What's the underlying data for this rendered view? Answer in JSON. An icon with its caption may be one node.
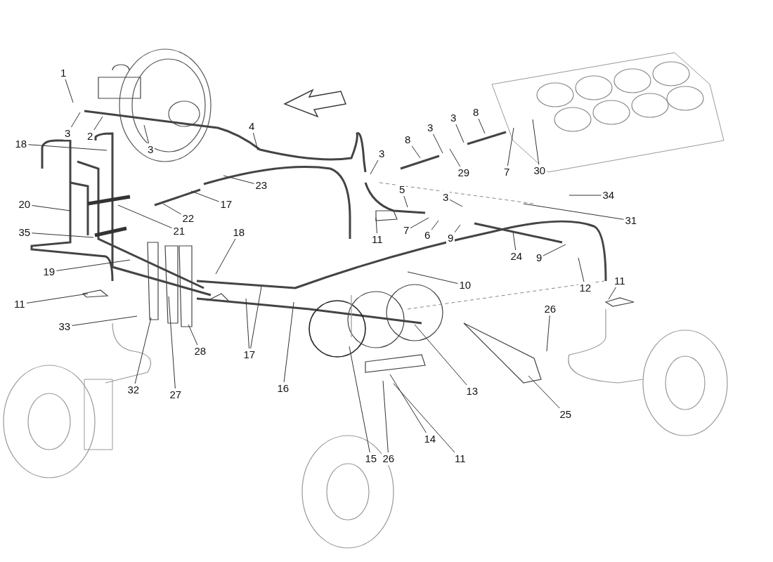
{
  "diagram": {
    "nodes": [
      {
        "text": [
          "1"
        ]
      },
      {
        "text": [
          "3"
        ]
      },
      {
        "text": [
          "2"
        ]
      },
      {
        "text": [
          "3"
        ]
      },
      {
        "text": [
          "4"
        ]
      },
      {
        "text": [
          "18"
        ]
      },
      {
        "text": [
          "3"
        ]
      },
      {
        "text": [
          "8"
        ]
      },
      {
        "text": [
          "3"
        ]
      },
      {
        "text": [
          "3"
        ]
      },
      {
        "text": [
          "8"
        ]
      },
      {
        "text": [
          "29"
        ]
      },
      {
        "text": [
          "7"
        ]
      },
      {
        "text": [
          "30"
        ]
      },
      {
        "text": [
          "34"
        ]
      },
      {
        "text": [
          "23"
        ]
      },
      {
        "text": [
          "17"
        ]
      },
      {
        "text": [
          "20"
        ]
      },
      {
        "text": [
          "22"
        ]
      },
      {
        "text": [
          "21"
        ]
      },
      {
        "text": [
          "5"
        ]
      },
      {
        "text": [
          "3"
        ]
      },
      {
        "text": [
          "31"
        ]
      },
      {
        "text": [
          "35"
        ]
      },
      {
        "text": [
          "11"
        ]
      },
      {
        "text": [
          "7"
        ]
      },
      {
        "text": [
          "6"
        ]
      },
      {
        "text": [
          "9"
        ]
      },
      {
        "text": [
          "18"
        ]
      },
      {
        "text": [
          "24"
        ]
      },
      {
        "text": [
          "9"
        ]
      },
      {
        "text": [
          "19"
        ]
      },
      {
        "text": [
          "10"
        ]
      },
      {
        "text": [
          "12"
        ]
      },
      {
        "text": [
          "11"
        ]
      },
      {
        "text": [
          "11"
        ]
      },
      {
        "text": [
          "26"
        ]
      },
      {
        "text": [
          "33"
        ]
      },
      {
        "text": [
          "17"
        ]
      },
      {
        "text": [
          "28"
        ]
      },
      {
        "text": [
          "16"
        ]
      },
      {
        "text": [
          "13"
        ]
      },
      {
        "text": [
          "32"
        ]
      },
      {
        "text": [
          "27"
        ]
      },
      {
        "text": [
          "25"
        ]
      },
      {
        "text": [
          "14"
        ]
      },
      {
        "text": [
          "15"
        ]
      },
      {
        "text": [
          "26"
        ]
      },
      {
        "text": [
          "11"
        ]
      }
    ],
    "edges": [
      {
        "from": 0,
        "to": null,
        "arrow": "none"
      },
      {
        "from": 1,
        "to": null,
        "arrow": "none"
      },
      {
        "from": 2,
        "to": null,
        "arrow": "none"
      },
      {
        "from": 3,
        "to": null,
        "arrow": "none"
      },
      {
        "from": 4,
        "to": null,
        "arrow": "none"
      },
      {
        "from": 5,
        "to": null,
        "arrow": "none"
      },
      {
        "from": 6,
        "to": null,
        "arrow": "none"
      },
      {
        "from": 7,
        "to": null,
        "arrow": "none"
      },
      {
        "from": 8,
        "to": null,
        "arrow": "none"
      },
      {
        "from": 9,
        "to": null,
        "arrow": "none"
      },
      {
        "from": 10,
        "to": null,
        "arrow": "none"
      },
      {
        "from": 11,
        "to": null,
        "arrow": "none"
      },
      {
        "from": 12,
        "to": null,
        "arrow": "none"
      },
      {
        "from": 13,
        "to": null,
        "arrow": "none"
      },
      {
        "from": 14,
        "to": null,
        "arrow": "none"
      },
      {
        "from": 15,
        "to": null,
        "arrow": "none"
      },
      {
        "from": 16,
        "to": null,
        "arrow": "none"
      },
      {
        "from": 17,
        "to": null,
        "arrow": "none"
      },
      {
        "from": 18,
        "to": null,
        "arrow": "none"
      },
      {
        "from": 19,
        "to": null,
        "arrow": "none"
      },
      {
        "from": 20,
        "to": null,
        "arrow": "none"
      },
      {
        "from": 21,
        "to": null,
        "arrow": "none"
      },
      {
        "from": 22,
        "to": null,
        "arrow": "none"
      },
      {
        "from": 23,
        "to": null,
        "arrow": "none"
      },
      {
        "from": 24,
        "to": null,
        "arrow": "none"
      },
      {
        "from": 25,
        "to": null,
        "arrow": "none"
      },
      {
        "from": 26,
        "to": null,
        "arrow": "none"
      },
      {
        "from": 27,
        "to": null,
        "arrow": "none"
      },
      {
        "from": 28,
        "to": null,
        "arrow": "none"
      },
      {
        "from": 29,
        "to": null,
        "arrow": "none"
      },
      {
        "from": 30,
        "to": null,
        "arrow": "none"
      },
      {
        "from": 31,
        "to": null,
        "arrow": "none"
      },
      {
        "from": 32,
        "to": null,
        "arrow": "none"
      },
      {
        "from": 33,
        "to": null,
        "arrow": "none"
      },
      {
        "from": 34,
        "to": null,
        "arrow": "none"
      },
      {
        "from": 35,
        "to": null,
        "arrow": "none"
      },
      {
        "from": 36,
        "to": null,
        "arrow": "none"
      },
      {
        "from": 37,
        "to": null,
        "arrow": "none"
      },
      {
        "from": 38,
        "to": null,
        "arrow": "none"
      },
      {
        "from": 38,
        "to": null,
        "arrow": "none"
      },
      {
        "from": 39,
        "to": null,
        "arrow": "none"
      },
      {
        "from": 40,
        "to": null,
        "arrow": "none"
      },
      {
        "from": 41,
        "to": null,
        "arrow": "none"
      },
      {
        "from": 42,
        "to": null,
        "arrow": "none"
      },
      {
        "from": 43,
        "to": null,
        "arrow": "none"
      },
      {
        "from": 44,
        "to": null,
        "arrow": "none"
      },
      {
        "from": 45,
        "to": null,
        "arrow": "none"
      },
      {
        "from": 46,
        "to": null,
        "arrow": "none"
      },
      {
        "from": 47,
        "to": null,
        "arrow": "none"
      },
      {
        "from": 48,
        "to": null,
        "arrow": "none"
      }
    ]
  }
}
